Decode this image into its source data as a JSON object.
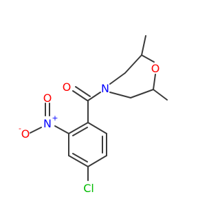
{
  "molecule": {
    "atoms": {
      "O_carbonyl": "O",
      "N_morpholine": "N",
      "O_morpholine": "O",
      "N_nitro": "N",
      "N_nitro_charge": "+",
      "O_nitro_top": "O",
      "O_nitro_left": "O",
      "O_nitro_left_charge": "-",
      "Cl": "Cl"
    },
    "colors": {
      "bond": "#3a3a3a",
      "oxygen": "#ff0000",
      "nitrogen": "#0000ff",
      "chlorine": "#00bb00"
    }
  }
}
